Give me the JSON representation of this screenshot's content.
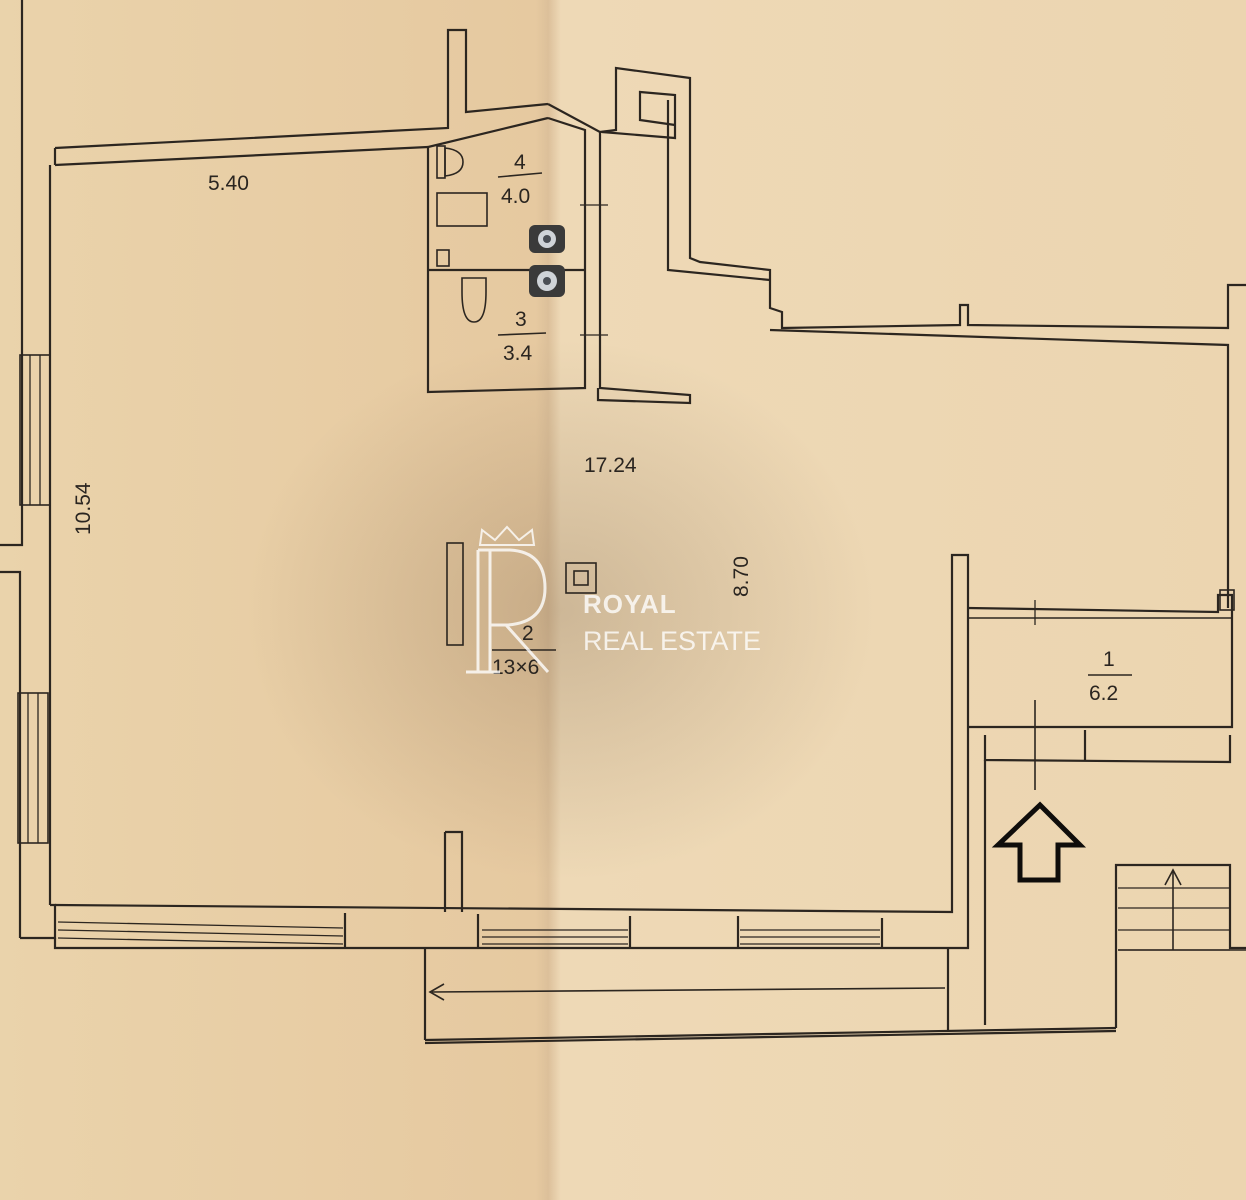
{
  "dimensions": {
    "top_wall": "5.40",
    "left_wall": "10.54",
    "center_width": "17.24",
    "center_height": "8.70"
  },
  "rooms": [
    {
      "number": "1",
      "area": "6.2"
    },
    {
      "number": "2",
      "area": "13×6"
    },
    {
      "number": "3",
      "area": "3.4"
    },
    {
      "number": "4",
      "area": "4.0"
    }
  ],
  "watermark": {
    "line1": "ROYAL",
    "line2": "REAL ESTATE",
    "logo": "royal-crown-r-logo"
  },
  "icons": {
    "entrance_arrow": "arrow-up-outline-icon",
    "toilet": "toilet-icon",
    "sink": "sink-icon",
    "washer": "washing-machine-icon"
  },
  "colors": {
    "paper": "#e9cfa5",
    "ink": "#2c2620",
    "watermark": "#ffffff"
  }
}
